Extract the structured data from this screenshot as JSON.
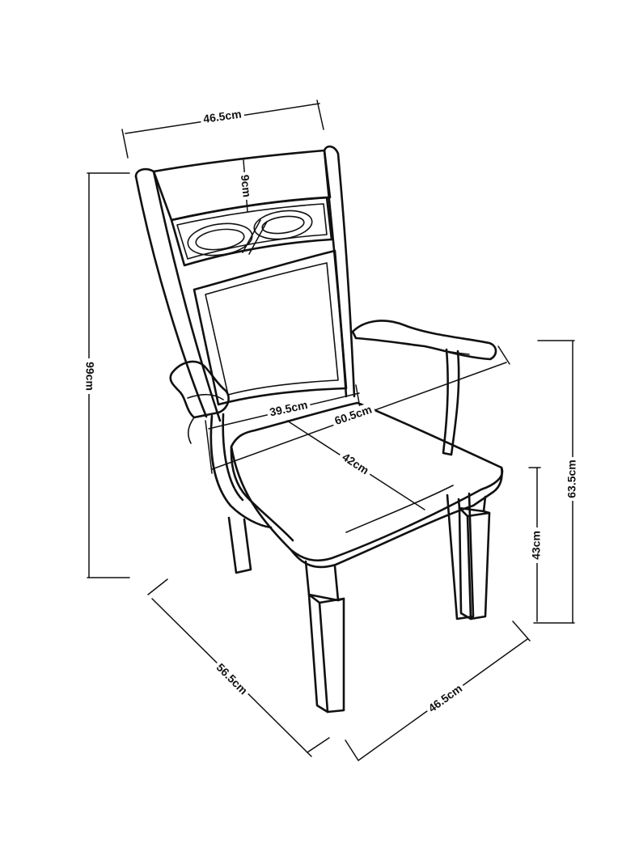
{
  "dimensions": {
    "top_width": "46.5cm",
    "crest_height": "9cm",
    "total_height": "99cm",
    "seat_front_width": "39.5cm",
    "seat_diagonal": "60.5cm",
    "seat_depth": "42cm",
    "arm_height": "63.5cm",
    "seat_height": "43cm",
    "base_depth": "56.5cm",
    "base_width": "46.5cm"
  },
  "colors": {
    "line": "#111111",
    "background": "#ffffff"
  }
}
